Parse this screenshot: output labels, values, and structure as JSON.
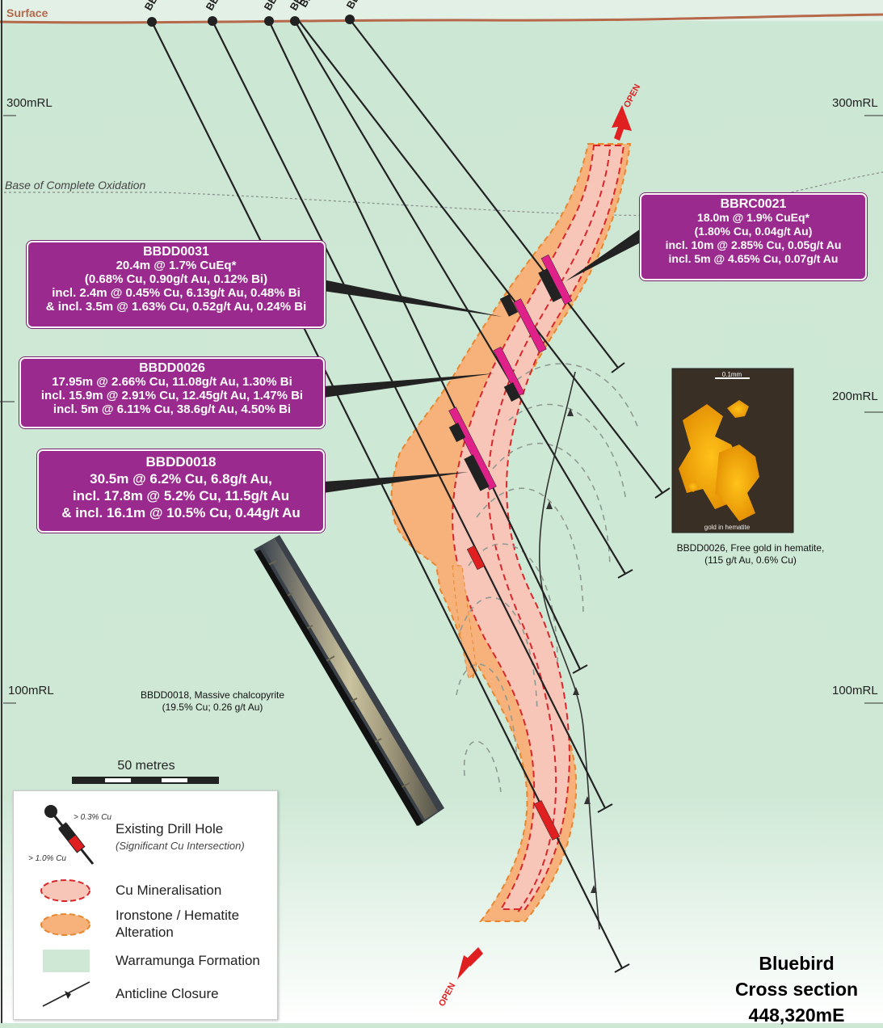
{
  "surface_label": "Surface",
  "rl_labels": {
    "left_300": "300mRL",
    "right_300": "300mRL",
    "right_200": "200mRL",
    "left_100": "100mRL",
    "right_100": "100mRL"
  },
  "oxidation_label": "Base of Complete Oxidation",
  "open_labels": {
    "top": "OPEN",
    "bottom": "OPEN"
  },
  "hole_collar_labels": [
    "BB",
    "BB",
    "BB",
    "BB",
    "BB",
    "BB"
  ],
  "callouts": {
    "bbdd0031": {
      "title": "BBDD0031",
      "lines": [
        "20.4m @ 1.7% CuEq*",
        "(0.68% Cu, 0.90g/t Au, 0.12% Bi)",
        "incl. 2.4m @ 0.45% Cu, 6.13g/t Au, 0.48% Bi",
        "& incl. 3.5m @ 1.63% Cu, 0.52g/t Au, 0.24% Bi"
      ]
    },
    "bbdd0026": {
      "title": "BBDD0026",
      "lines": [
        "17.95m @ 2.66% Cu, 11.08g/t Au, 1.30% Bi",
        "incl. 15.9m @ 2.91% Cu, 12.45g/t Au, 1.47% Bi",
        "incl. 5m @ 6.11% Cu, 38.6g/t Au, 4.50% Bi"
      ]
    },
    "bbdd0018": {
      "title": "BBDD0018",
      "lines": [
        "30.5m @ 6.2% Cu, 6.8g/t Au,",
        "incl. 17.8m @ 5.2% Cu, 11.5g/t Au",
        "& incl. 16.1m @ 10.5% Cu, 0.44g/t Au"
      ]
    },
    "bbrc0021": {
      "title": "BBRC0021",
      "lines": [
        "18.0m @ 1.9% CuEq*",
        "(1.80% Cu, 0.04g/t Au)",
        "incl. 10m @ 2.85% Cu, 0.05g/t Au",
        "incl. 5m @ 4.65% Cu, 0.07g/t Au"
      ]
    }
  },
  "photos": {
    "gold": {
      "scale_label": "0.1mm",
      "inset_label": "gold in hematite",
      "caption_1": "BBDD0026, Free gold in hematite,",
      "caption_2": "(115 g/t Au, 0.6% Cu)"
    },
    "core": {
      "caption_1": "BBDD0018, Massive chalcopyrite",
      "caption_2": "(19.5% Cu; 0.26 g/t Au)"
    }
  },
  "scale_bar": {
    "label": "50 metres"
  },
  "legend": {
    "threshold_high": "> 0.3% Cu",
    "threshold_low": "> 1.0% Cu",
    "drill_hole": "Existing Drill Hole",
    "drill_hole_sub": "(Significant Cu Intersection)",
    "cu_mineralisation": "Cu Mineralisation",
    "ironstone_1": "Ironstone / Hematite",
    "ironstone_2": "Alteration",
    "formation": "Warramunga Formation",
    "anticline": "Anticline Closure"
  },
  "title": {
    "line1": "Bluebird",
    "line2": "Cross section",
    "line3": "448,320mE"
  },
  "colors": {
    "callout_fill": "#9b2a8f",
    "formation": "#cfe8d6",
    "cu_mineralisation": "#f7c6b8",
    "ironstone": "#f6b27a",
    "intersection_high": "#e0218a",
    "intersection_low": "#e02020",
    "surface_line": "#b5694a"
  }
}
